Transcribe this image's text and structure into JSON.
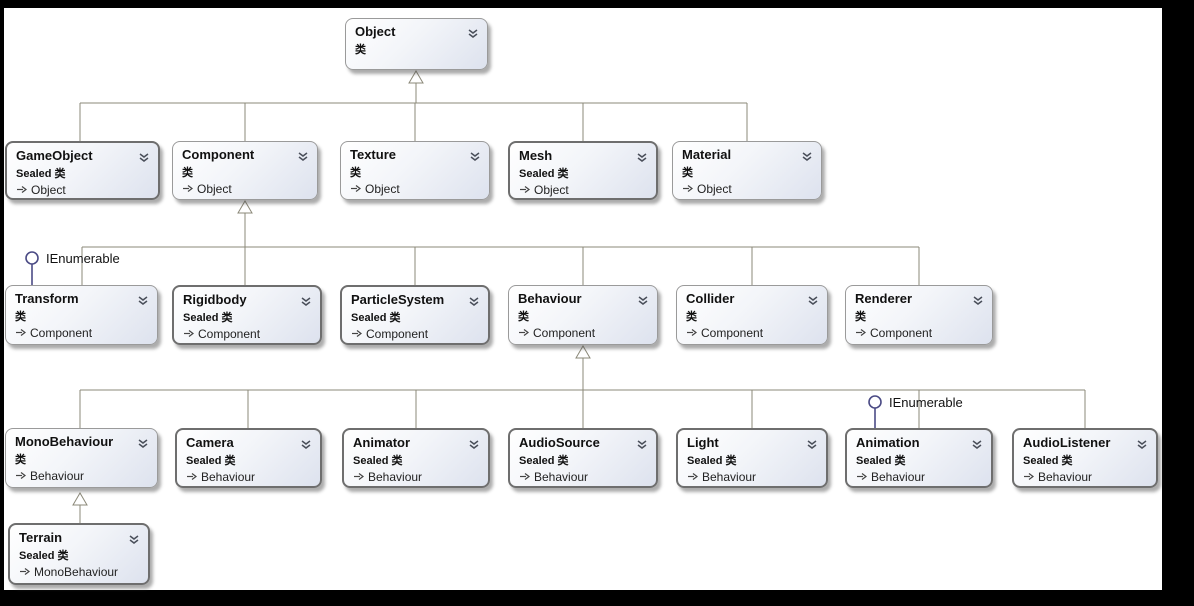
{
  "page": {
    "background": "#000000",
    "board_color": "#ffffff"
  },
  "colors": {
    "connector": "#8b8878",
    "lollipop": "#4b4b85",
    "node_border": "#9a9a9a",
    "node_border_sealed": "#6e6e6e",
    "node_fill_bottom": "#dde2ee",
    "chevron": "#4a4f5a"
  },
  "diagram": {
    "interfaces": [
      {
        "label": "IEnumerable",
        "attached_to": "Transform"
      },
      {
        "label": "IEnumerable",
        "attached_to": "Animation"
      }
    ],
    "nodes": [
      {
        "id": "object",
        "title": "Object",
        "kind": "类",
        "base": "",
        "sealed": false
      },
      {
        "id": "gameobject",
        "title": "GameObject",
        "kind": "Sealed 类",
        "base": "Object",
        "sealed": true
      },
      {
        "id": "component",
        "title": "Component",
        "kind": "类",
        "base": "Object",
        "sealed": false
      },
      {
        "id": "texture",
        "title": "Texture",
        "kind": "类",
        "base": "Object",
        "sealed": false
      },
      {
        "id": "mesh",
        "title": "Mesh",
        "kind": "Sealed 类",
        "base": "Object",
        "sealed": true
      },
      {
        "id": "material",
        "title": "Material",
        "kind": "类",
        "base": "Object",
        "sealed": false
      },
      {
        "id": "transform",
        "title": "Transform",
        "kind": "类",
        "base": "Component",
        "sealed": false
      },
      {
        "id": "rigidbody",
        "title": "Rigidbody",
        "kind": "Sealed 类",
        "base": "Component",
        "sealed": true
      },
      {
        "id": "particlesystem",
        "title": "ParticleSystem",
        "kind": "Sealed 类",
        "base": "Component",
        "sealed": true
      },
      {
        "id": "behaviour",
        "title": "Behaviour",
        "kind": "类",
        "base": "Component",
        "sealed": false
      },
      {
        "id": "collider",
        "title": "Collider",
        "kind": "类",
        "base": "Component",
        "sealed": false
      },
      {
        "id": "renderer",
        "title": "Renderer",
        "kind": "类",
        "base": "Component",
        "sealed": false
      },
      {
        "id": "monobehaviour",
        "title": "MonoBehaviour",
        "kind": "类",
        "base": "Behaviour",
        "sealed": false
      },
      {
        "id": "camera",
        "title": "Camera",
        "kind": "Sealed 类",
        "base": "Behaviour",
        "sealed": true
      },
      {
        "id": "animator",
        "title": "Animator",
        "kind": "Sealed 类",
        "base": "Behaviour",
        "sealed": true
      },
      {
        "id": "audiosource",
        "title": "AudioSource",
        "kind": "Sealed 类",
        "base": "Behaviour",
        "sealed": true
      },
      {
        "id": "light",
        "title": "Light",
        "kind": "Sealed 类",
        "base": "Behaviour",
        "sealed": true
      },
      {
        "id": "animation",
        "title": "Animation",
        "kind": "Sealed 类",
        "base": "Behaviour",
        "sealed": true
      },
      {
        "id": "audiolistener",
        "title": "AudioListener",
        "kind": "Sealed 类",
        "base": "Behaviour",
        "sealed": true
      },
      {
        "id": "terrain",
        "title": "Terrain",
        "kind": "Sealed 类",
        "base": "MonoBehaviour",
        "sealed": true
      }
    ]
  }
}
